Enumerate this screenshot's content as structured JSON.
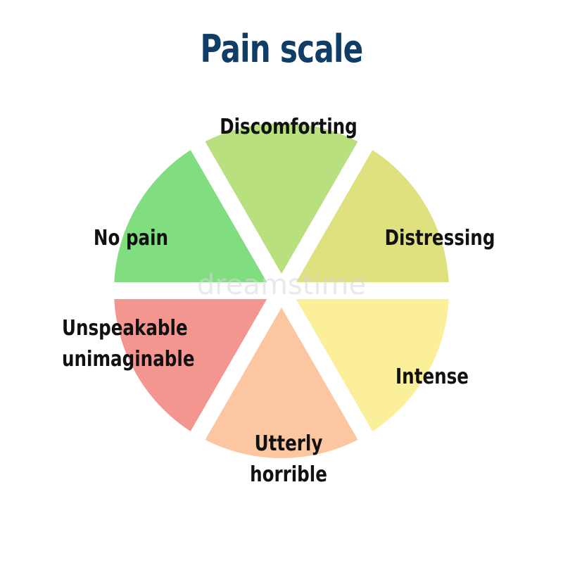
{
  "title": "Pain scale",
  "colors": {
    "title": "#0f3d66",
    "text": "#111111",
    "gap": "#ffffff"
  },
  "segments": [
    {
      "id": "discomforting",
      "lines": [
        "Discomforting"
      ],
      "color": "#b8e07e"
    },
    {
      "id": "distressing",
      "lines": [
        "Distressing"
      ],
      "color": "#dfe07e"
    },
    {
      "id": "intense",
      "lines": [
        "Intense"
      ],
      "color": "#fcef9a"
    },
    {
      "id": "utterly-horrible",
      "lines": [
        "Utterly",
        "horrible"
      ],
      "color": "#fcc7a0"
    },
    {
      "id": "unspeakable",
      "lines": [
        "Unspeakable",
        "unimaginable"
      ],
      "color": "#f2968f"
    },
    {
      "id": "no-pain",
      "lines": [
        "No pain"
      ],
      "color": "#80dd80"
    }
  ],
  "watermark": "dreamstime"
}
